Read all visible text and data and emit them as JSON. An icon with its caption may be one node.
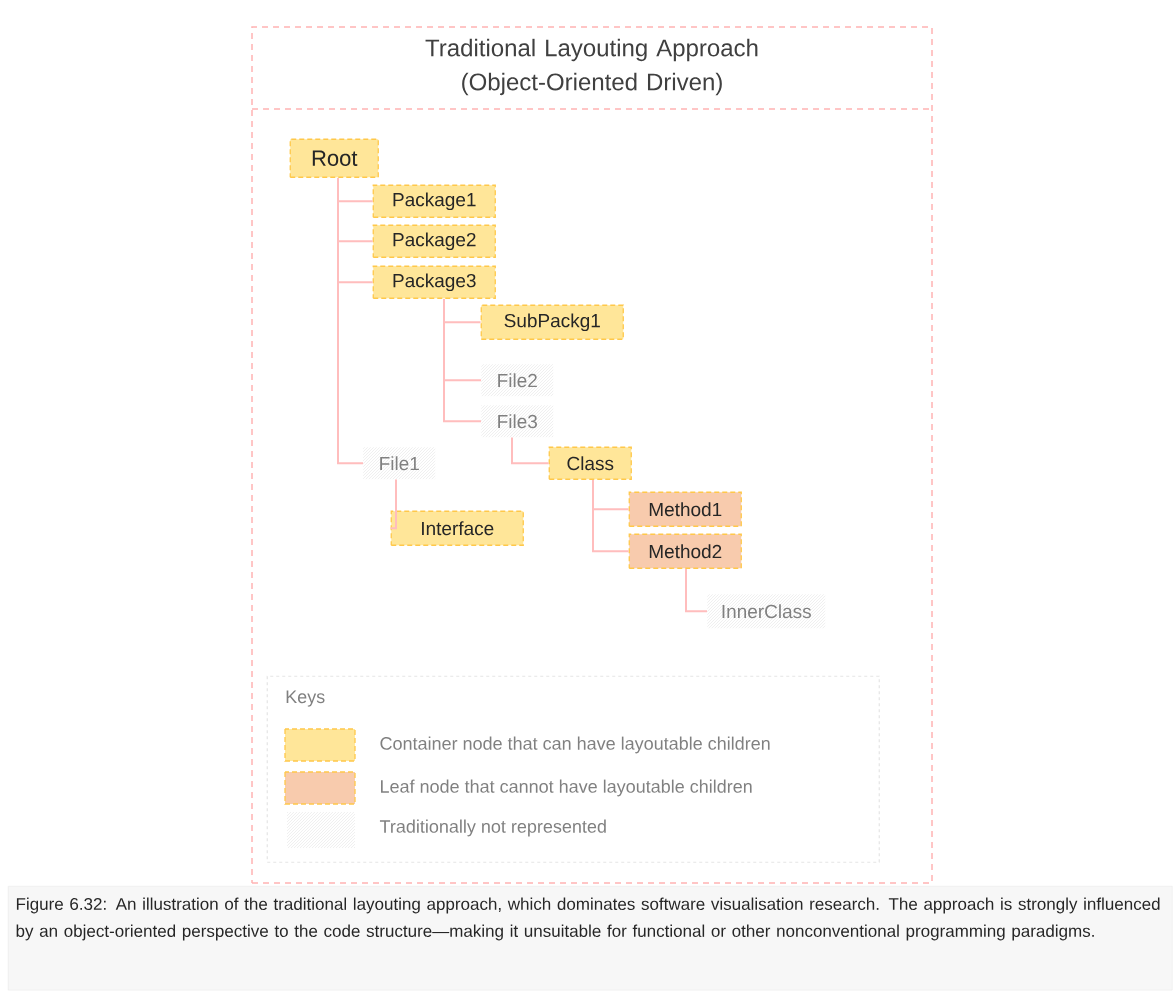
{
  "diagram": {
    "caption": "Figure 6.32: An illustration of the traditional layouting approach, which dominates software visualisation research. The approach is strongly influenced by an object-oriented perspective to the code structure—making it unsuitable for functional or other nonconventional programming paradigms.",
    "nodes": [
      {
        "text": [
          "Traditional Layouting Approach (Object-Oriented Driven)"
        ]
      },
      {
        "text": [
          "Root"
        ],
        "in": 0
      },
      {
        "text": [
          "Package1"
        ],
        "in": 0
      },
      {
        "text": [
          "Package2"
        ],
        "in": 0
      },
      {
        "text": [
          "Package3"
        ],
        "in": 0
      },
      {
        "text": [
          "SubPackg1"
        ],
        "in": 0
      },
      {
        "text": [
          "File2"
        ],
        "in": 0
      },
      {
        "text": [
          "File3"
        ],
        "in": 0
      },
      {
        "text": [
          "File1"
        ],
        "in": 0
      },
      {
        "text": [
          "Class"
        ],
        "in": 0
      },
      {
        "text": [
          "Interface"
        ],
        "in": 0
      },
      {
        "text": [
          "Method1"
        ],
        "in": 0
      },
      {
        "text": [
          "Method2"
        ],
        "in": 0
      },
      {
        "text": [
          "InnerClass"
        ],
        "in": 0
      },
      {
        "text": [
          "Keys"
        ],
        "in": 0
      }
    ],
    "edges": [
      {
        "from": 1,
        "to": 2,
        "arrow": "none"
      },
      {
        "from": 1,
        "to": 3,
        "arrow": "none"
      },
      {
        "from": 1,
        "to": 4,
        "arrow": "none"
      },
      {
        "from": 4,
        "to": 5,
        "arrow": "none"
      },
      {
        "from": 4,
        "to": 6,
        "arrow": "none"
      },
      {
        "from": 4,
        "to": 7,
        "arrow": "none"
      },
      {
        "from": 1,
        "to": 8,
        "arrow": "none"
      },
      {
        "from": 7,
        "to": 9,
        "arrow": "none"
      },
      {
        "from": 8,
        "to": 10,
        "arrow": "none"
      },
      {
        "from": 9,
        "to": 11,
        "arrow": "none"
      },
      {
        "from": 9,
        "to": 12,
        "arrow": "none"
      },
      {
        "from": 12,
        "to": 13,
        "arrow": "none"
      }
    ],
    "legend": [
      {
        "text": "Container node that can have layoutable children",
        "color": "#ffe699"
      },
      {
        "text": "Leaf node that cannot have layoutable children",
        "color": "#f8cbad"
      },
      {
        "text": "Traditionally not represented"
      }
    ]
  }
}
